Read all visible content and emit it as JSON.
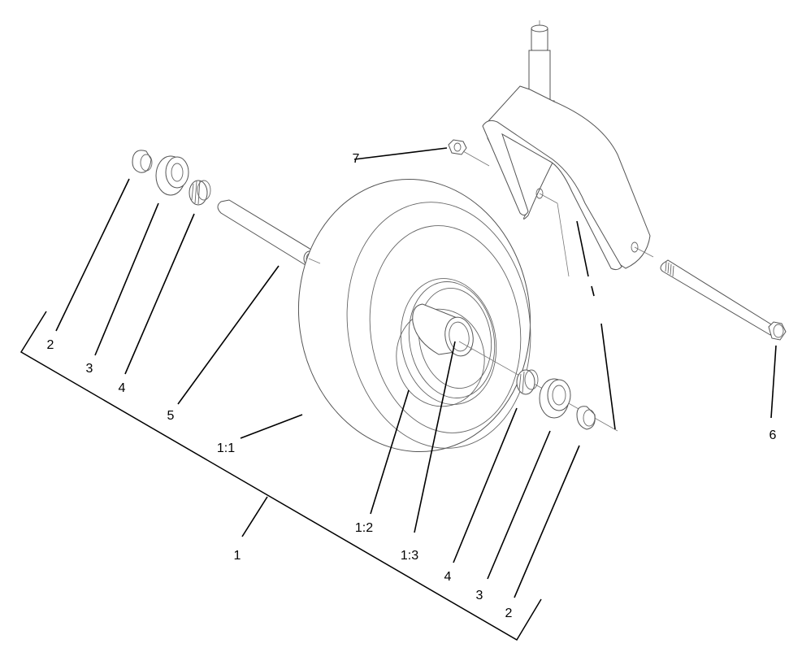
{
  "diagram": {
    "type": "exploded-parts-diagram",
    "subject": "caster wheel assembly",
    "colors": {
      "line": "#000000",
      "part_outline": "#555555",
      "background": "#ffffff"
    },
    "callouts": [
      {
        "id": "c2-left",
        "label": "2",
        "part": "spacer"
      },
      {
        "id": "c3-left",
        "label": "3",
        "part": "bearing cup / seal"
      },
      {
        "id": "c4-left",
        "label": "4",
        "part": "tapered roller bearing"
      },
      {
        "id": "c5",
        "label": "5",
        "part": "spacer tube"
      },
      {
        "id": "c1-1",
        "label": "1:1",
        "part": "tire"
      },
      {
        "id": "c1-2",
        "label": "1:2",
        "part": "wheel rim"
      },
      {
        "id": "c1-3",
        "label": "1:3",
        "part": "hub"
      },
      {
        "id": "c1",
        "label": "1",
        "part": "wheel assembly"
      },
      {
        "id": "c4-right",
        "label": "4",
        "part": "tapered roller bearing"
      },
      {
        "id": "c3-right",
        "label": "3",
        "part": "bearing cup / seal"
      },
      {
        "id": "c2-right",
        "label": "2",
        "part": "spacer"
      },
      {
        "id": "c6",
        "label": "6",
        "part": "bolt"
      },
      {
        "id": "c7",
        "label": "7",
        "part": "nut"
      }
    ]
  }
}
